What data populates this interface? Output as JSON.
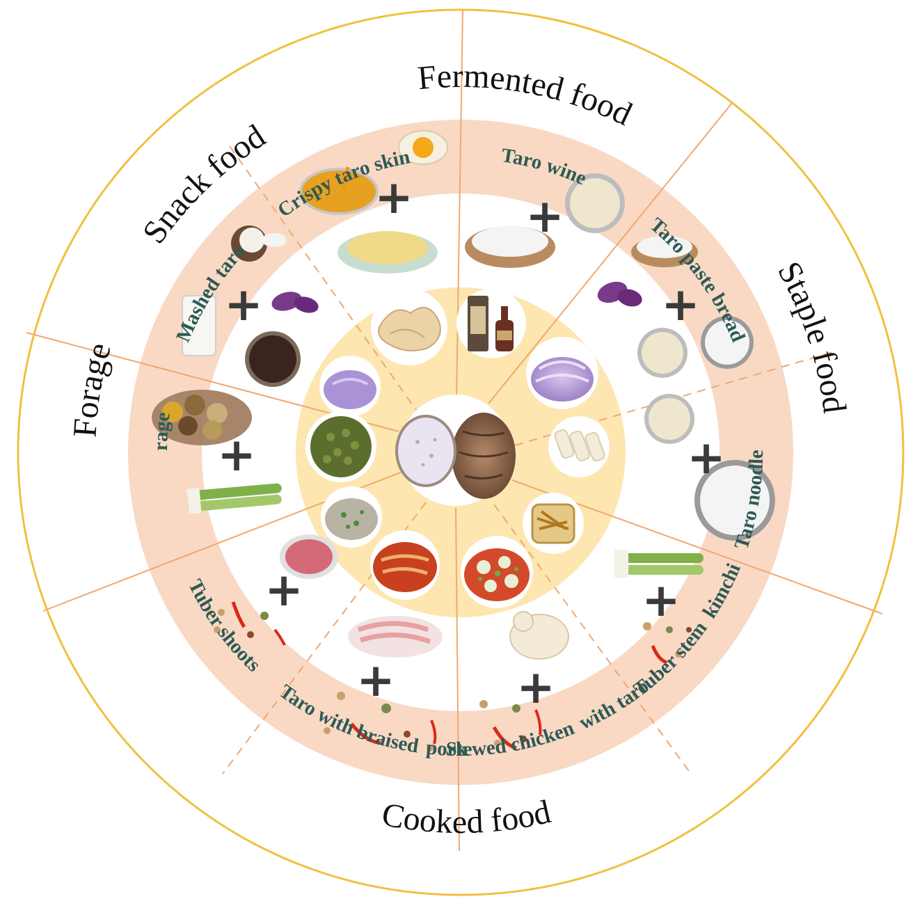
{
  "categories": [
    {
      "name": "Fermented food"
    },
    {
      "name": "Staple food"
    },
    {
      "name": "Cooked food"
    },
    {
      "name": "Forage"
    },
    {
      "name": "Snack food"
    }
  ],
  "dishes": [
    {
      "lines": [
        "Crispy taro skin"
      ]
    },
    {
      "lines": [
        "Taro wine"
      ]
    },
    {
      "lines": [
        "Taro paste bread"
      ]
    },
    {
      "lines": [
        "Taro noodle"
      ]
    },
    {
      "lines": [
        "Tuber stem",
        "kimchi"
      ]
    },
    {
      "lines": [
        "Stewed chicken",
        "with taro"
      ]
    },
    {
      "lines": [
        "Taro with braised",
        "pork"
      ]
    },
    {
      "lines": [
        "Tuber shoots"
      ]
    },
    {
      "lines": [
        "Forage"
      ]
    },
    {
      "lines": [
        "Mashed taro"
      ]
    }
  ],
  "plus_symbol": "+",
  "colors": {
    "outer_ring_border": "#f0c040",
    "band": "#f9d9c4",
    "inner_disc": "#fde6b0",
    "divider": "#f0a870",
    "dish_label": "#2e5a55"
  },
  "icons": [
    "egg-icon",
    "oil-bowl-icon",
    "flour-plate-icon",
    "milk-glass-icon",
    "coconut-icon",
    "purple-taro-icon",
    "black-rice-bowl-icon",
    "rice-bowl-icon",
    "yeast-dish-icon",
    "grain-sacks-icon",
    "scallion-icon",
    "minced-meat-icon",
    "spices-icon",
    "pork-belly-icon",
    "chicken-icon"
  ]
}
